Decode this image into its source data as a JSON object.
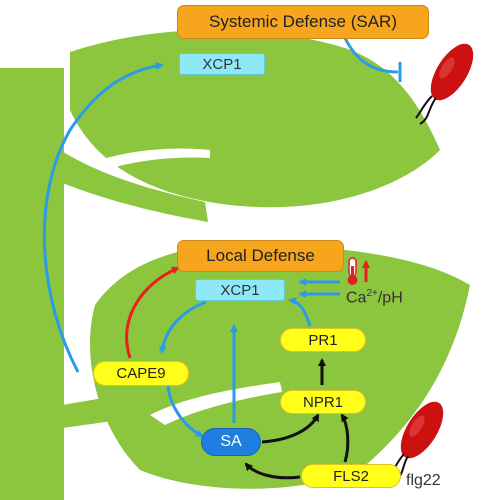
{
  "boxes": {
    "systemic_defense": "Systemic Defense (SAR)",
    "xcp1_systemic": "XCP1",
    "local_defense": "Local Defense",
    "xcp1_local": "XCP1",
    "pr1": "PR1",
    "cape9": "CAPE9",
    "npr1": "NPR1",
    "sa": "SA",
    "fls2": "FLS2"
  },
  "labels": {
    "ca_base": "Ca",
    "ca_sup": "2+",
    "ca_tail": "/pH",
    "flg22": "flg22"
  },
  "icons": [
    "thermometer-icon",
    "pathogen-icon"
  ],
  "colors": {
    "leaf": "#8cc63f",
    "arrow_blue": "#2b9be8",
    "arrow_black": "#111111",
    "arrow_red": "#e8211c",
    "pathogen": "#cc1111",
    "orange": "#f7a51c",
    "cyan": "#8ee8f7",
    "yellow": "#ffff1a",
    "sa_blue": "#1f7fe0"
  }
}
